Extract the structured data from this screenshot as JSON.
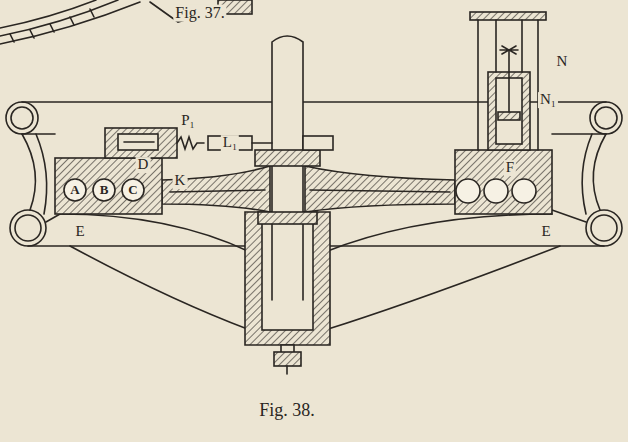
{
  "diagram": {
    "caption": "Fig. 38.",
    "labels": [
      "Fig. 37.",
      "P₁",
      "D",
      "A",
      "B",
      "C",
      "L₁",
      "K",
      "E",
      "N",
      "N₁",
      "F",
      "E"
    ]
  }
}
